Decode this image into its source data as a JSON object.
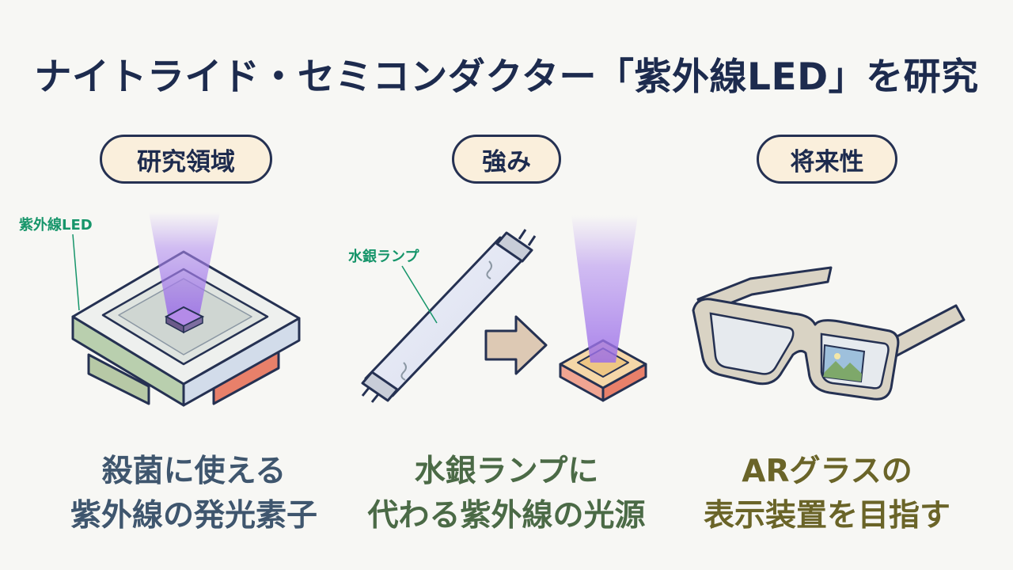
{
  "title": "ナイトライド・セミコンダクター「紫外線LED」を研究",
  "columns": [
    {
      "badge": "研究領域",
      "callout": "紫外線LED",
      "caption_lines": [
        "殺菌に使える",
        "紫外線の発光素子"
      ],
      "caption_color": "#3f566e",
      "icon": "uv-led-chip-icon"
    },
    {
      "badge": "強み",
      "callout": "水銀ランプ",
      "caption_lines": [
        "水銀ランプに",
        "代わる紫外線の光源"
      ],
      "caption_color": "#4b6a46",
      "icon": "mercury-lamp-to-led-icon"
    },
    {
      "badge": "将来性",
      "caption_lines": [
        "ARグラスの",
        "表示装置を目指す"
      ],
      "caption_color": "#6a6428",
      "icon": "ar-glasses-icon"
    }
  ],
  "colors": {
    "title": "#1d2b4e",
    "badge_bg": "#faefdc",
    "callout": "#16956a",
    "uv_light": "#9b6ee8"
  }
}
